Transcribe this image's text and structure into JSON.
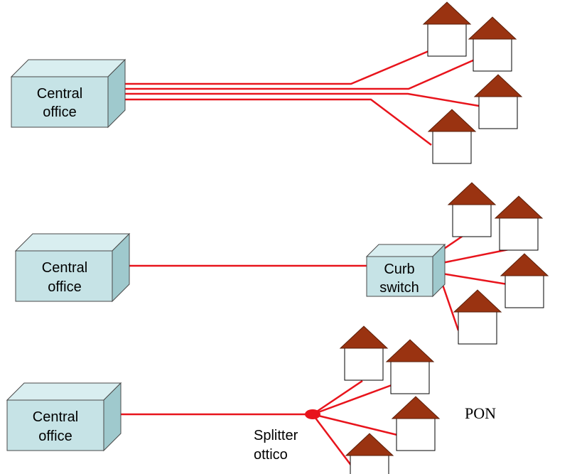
{
  "colors": {
    "fiber": "#e8141c",
    "box_front": "#c6e3e6",
    "box_top": "#d9eef0",
    "box_side": "#9fc9cd",
    "box_edge": "#4a4a4a",
    "roof": "#9a3311",
    "house_wall": "#ffffff"
  },
  "labels": {
    "co1_line1": "Central",
    "co1_line2": "office",
    "co2_line1": "Central",
    "co2_line2": "office",
    "co3_line1": "Central",
    "co3_line2": "office",
    "curb_line1": "Curb",
    "curb_line2": "switch",
    "splitter_line1": "Splitter",
    "splitter_line2": "ottico",
    "pon": "PON"
  },
  "icons": {
    "central_office": "3d-box-icon",
    "house": "house-icon",
    "splitter": "red-dot-icon"
  }
}
